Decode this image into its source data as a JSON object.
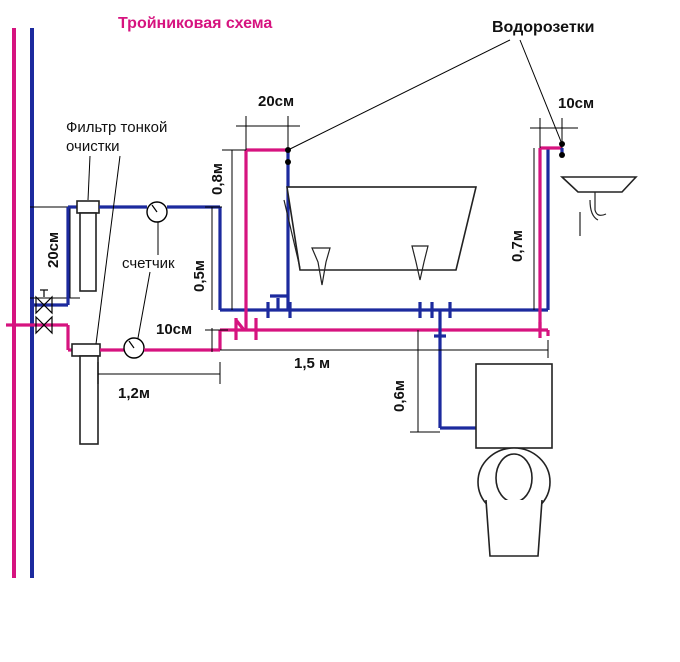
{
  "title": "Тройниковая схема",
  "labels": {
    "outlets": "Водорозетки",
    "fine_filter_line1": "Фильтр тонкой",
    "fine_filter_line2": "очистки",
    "meter": "счетчик"
  },
  "dimensions": {
    "riser_gap": "20см",
    "tub_outlet_width": "20см",
    "sink_outlet_width": "10см",
    "height_0_8": "0,8м",
    "height_0_5": "0,5м",
    "height_0_7": "0,7м",
    "meter_gap": "10см",
    "span_1_5": "1,5 м",
    "span_1_2": "1,2м",
    "height_0_6": "0,6м"
  },
  "colors": {
    "cold_pipe": "#1c2a9e",
    "hot_pipe": "#d6137f",
    "title": "#d6137f"
  }
}
